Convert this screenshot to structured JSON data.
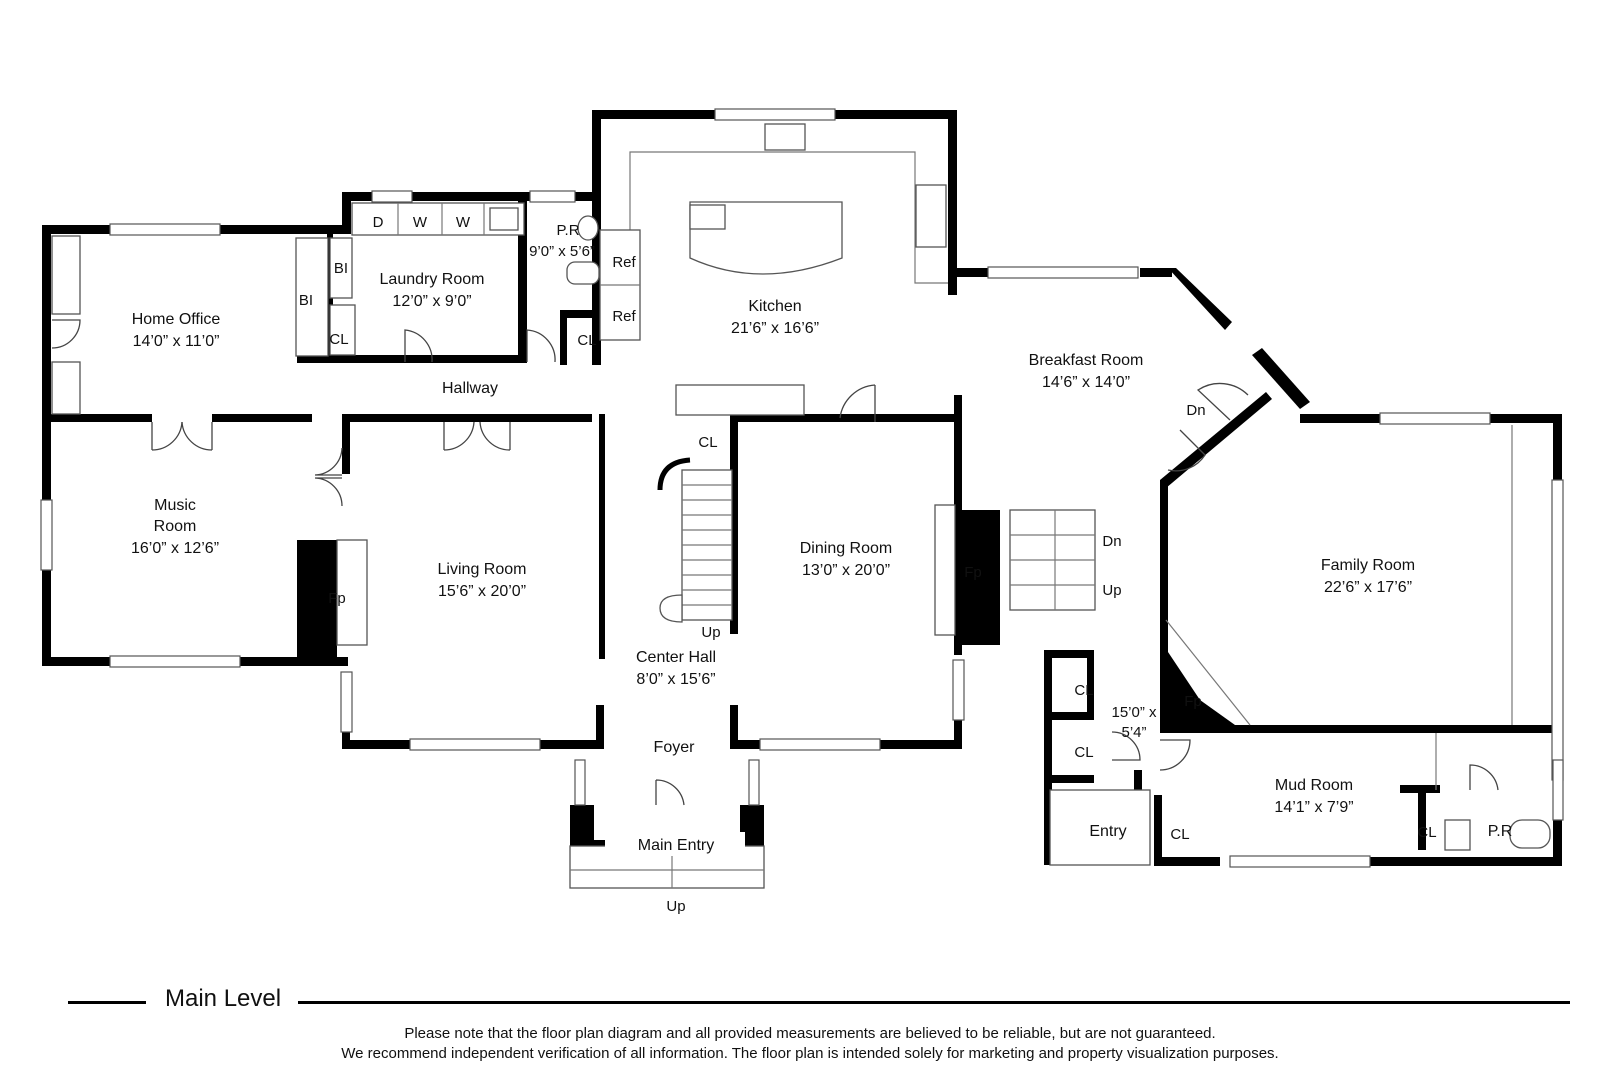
{
  "rooms": {
    "home_office": {
      "name": "Home Office",
      "dims": "14’0” x 11’0”"
    },
    "laundry": {
      "name": "Laundry Room",
      "dims": "12’0” x 9’0”"
    },
    "powder_room_1": {
      "name": "P.R",
      "dims": "9’0” x 5’6”"
    },
    "kitchen": {
      "name": "Kitchen",
      "dims": "21’6” x 16’6”"
    },
    "breakfast": {
      "name": "Breakfast Room",
      "dims": "14’6” x 14’0”"
    },
    "hallway": {
      "name": "Hallway"
    },
    "music": {
      "name_line1": "Music",
      "name_line2": "Room",
      "dims": "16’0” x 12’6”"
    },
    "living": {
      "name": "Living Room",
      "dims": "15’6” x 20’0”"
    },
    "dining": {
      "name": "Dining Room",
      "dims": "13’0” x 20’0”"
    },
    "center_hall": {
      "name": "Center Hall",
      "dims": "8’0” x 15’6”"
    },
    "foyer": {
      "name": "Foyer"
    },
    "main_entry": {
      "name": "Main Entry"
    },
    "family": {
      "name": "Family Room",
      "dims": "22’6” x 17’6”"
    },
    "mud": {
      "name": "Mud Room",
      "dims": "14’1” x 7’9”"
    },
    "side_hall": {
      "dims_line1": "15’0” x",
      "dims_line2": "5’4”"
    },
    "entry": {
      "name": "Entry"
    },
    "powder_room_2": {
      "name": "P.R"
    }
  },
  "fixtures": {
    "dryer": "D",
    "washer1": "W",
    "washer2": "W",
    "bi1": "BI",
    "bi2": "BI",
    "ref1": "Ref",
    "ref2": "Ref",
    "fp1": "Fp",
    "fp2": "Fp",
    "fp3": "Fp",
    "cl": "CL",
    "up": "Up",
    "dn": "Dn"
  },
  "footer": {
    "level": "Main Level",
    "disclaimer_line1": "Please note that the floor plan diagram and all provided measurements are believed to be reliable, but are not guaranteed.",
    "disclaimer_line2": "We recommend independent verification of all information. The floor plan is intended solely for marketing and property visualization purposes."
  }
}
